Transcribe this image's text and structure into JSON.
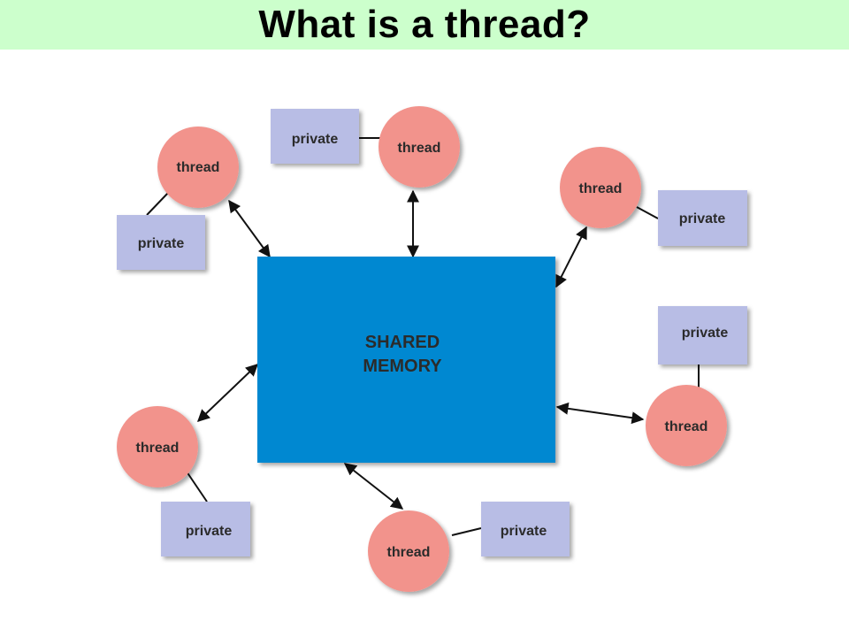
{
  "title": "What is a thread?",
  "diagram": {
    "shared_memory": {
      "line1": "SHARED",
      "line2": "MEMORY"
    },
    "thread_label": "thread",
    "private_label": "private",
    "colors": {
      "title_bg": "#ccffcc",
      "memory_fill": "#0088d1",
      "thread_fill": "#f2938c",
      "private_fill": "#b8bde5",
      "arrow": "#111111"
    }
  }
}
